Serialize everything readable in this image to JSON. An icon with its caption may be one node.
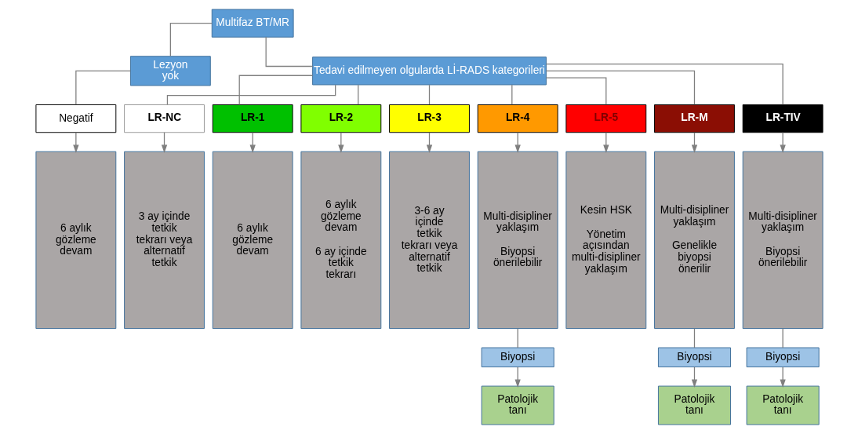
{
  "diagram": {
    "nodes": [
      {
        "text": [
          "Multifaz BT/MR"
        ]
      },
      {
        "text": [
          "Lezyon yok"
        ]
      },
      {
        "text": [
          "Tedavi edilmeyen olgularda Lİ-RADS kategorileri"
        ]
      },
      {
        "text": [
          "Negatif"
        ]
      },
      {
        "text": [
          "LR-NC"
        ]
      },
      {
        "text": [
          "LR-1"
        ]
      },
      {
        "text": [
          "LR-2"
        ]
      },
      {
        "text": [
          "LR-3"
        ]
      },
      {
        "text": [
          "LR-4"
        ]
      },
      {
        "text": [
          "LR-5"
        ]
      },
      {
        "text": [
          "LR-M"
        ]
      },
      {
        "text": [
          "LR-TIV"
        ]
      },
      {
        "text": [
          "6 aylık gözleme devam"
        ]
      },
      {
        "text": [
          "3 ay içinde tetkik tekrarı veya alternatif tetkik"
        ]
      },
      {
        "text": [
          "6 aylık gözleme devam"
        ]
      },
      {
        "text": [
          "6 aylık gözleme devam",
          "6 ay içinde tetkik tekrarı"
        ]
      },
      {
        "text": [
          "3-6 ay içinde tetkik tekrarı veya alternatif tetkik"
        ]
      },
      {
        "text": [
          "Multi-disipliner yaklaşım",
          "Biyopsi önerilebilir"
        ]
      },
      {
        "text": [
          "Kesin HSK",
          "Yönetim açısından multi-disipliner yaklaşım"
        ]
      },
      {
        "text": [
          "Multi-disipliner yaklaşım",
          "Genelikle biyopsi önerilir"
        ]
      },
      {
        "text": [
          "Multi-disipliner yaklaşım",
          "Biyopsi önerilebilir"
        ]
      },
      {
        "text": [
          "Biyopsi"
        ]
      },
      {
        "text": [
          "Patolojik tanı"
        ]
      },
      {
        "text": [
          "Biyopsi"
        ]
      },
      {
        "text": [
          "Patolojik tanı"
        ]
      },
      {
        "text": [
          "Biyopsi"
        ]
      },
      {
        "text": [
          "Patolojik tanı"
        ]
      }
    ],
    "edges": [
      {
        "from": 0,
        "to": 1,
        "arrow": "none"
      },
      {
        "from": 0,
        "to": 2,
        "arrow": "none"
      },
      {
        "from": 1,
        "to": 3,
        "arrow": "none"
      },
      {
        "from": 2,
        "to": 4,
        "arrow": "none"
      },
      {
        "from": 2,
        "to": 5,
        "arrow": "none"
      },
      {
        "from": 2,
        "to": 6,
        "arrow": "none"
      },
      {
        "from": 2,
        "to": 7,
        "arrow": "none"
      },
      {
        "from": 2,
        "to": 8,
        "arrow": "none"
      },
      {
        "from": 2,
        "to": 9,
        "arrow": "none"
      },
      {
        "from": 2,
        "to": 10,
        "arrow": "none"
      },
      {
        "from": 2,
        "to": 11,
        "arrow": "none"
      },
      {
        "from": 3,
        "to": 12,
        "arrow": "to"
      },
      {
        "from": 4,
        "to": 13,
        "arrow": "to"
      },
      {
        "from": 5,
        "to": 14,
        "arrow": "to"
      },
      {
        "from": 6,
        "to": 15,
        "arrow": "to"
      },
      {
        "from": 7,
        "to": 16,
        "arrow": "to"
      },
      {
        "from": 8,
        "to": 17,
        "arrow": "to"
      },
      {
        "from": 9,
        "to": 18,
        "arrow": "to"
      },
      {
        "from": 10,
        "to": 19,
        "arrow": "to"
      },
      {
        "from": 11,
        "to": 20,
        "arrow": "to"
      },
      {
        "from": 17,
        "to": 21,
        "arrow": "none"
      },
      {
        "from": 21,
        "to": 22,
        "arrow": "to"
      },
      {
        "from": 19,
        "to": 23,
        "arrow": "none"
      },
      {
        "from": 23,
        "to": 24,
        "arrow": "to"
      },
      {
        "from": 20,
        "to": 25,
        "arrow": "none"
      },
      {
        "from": 25,
        "to": 26,
        "arrow": "to"
      }
    ]
  }
}
